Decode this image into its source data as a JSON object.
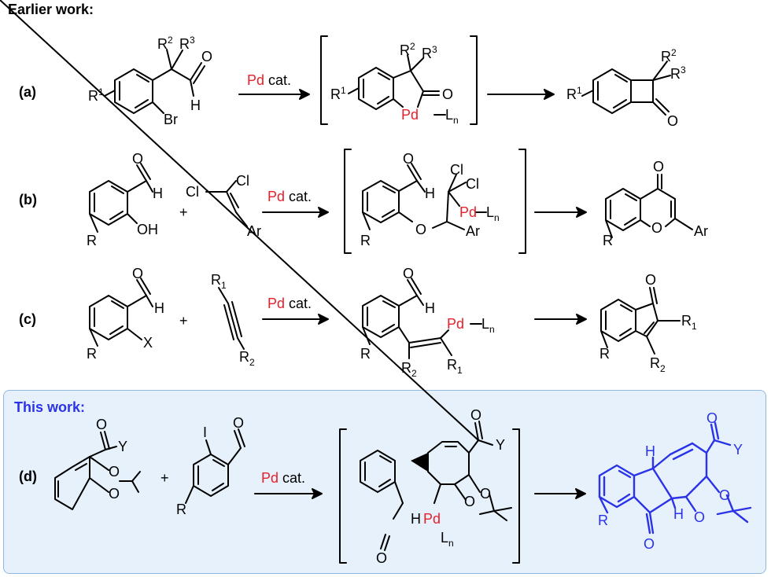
{
  "heading": "Earlier work:",
  "this_work": "This work:",
  "colors": {
    "pd_red": "#e8202a",
    "product_blue": "#2b33e8",
    "panel_bg": "#e6f1fb",
    "panel_border": "#8fb9e0"
  },
  "reactions": {
    "a": {
      "label": "(a)",
      "catalyst_pd": "Pd",
      "catalyst_cat": "cat."
    },
    "b": {
      "label": "(b)",
      "catalyst_pd": "Pd",
      "catalyst_cat": "cat."
    },
    "c": {
      "label": "(c)",
      "catalyst_pd": "Pd",
      "catalyst_cat": "cat."
    },
    "d": {
      "label": "(d)",
      "catalyst_pd": "Pd",
      "catalyst_cat": "cat."
    }
  },
  "atoms": {
    "R": "R",
    "R1": "R",
    "R2": "R",
    "R3": "R",
    "O": "O",
    "H": "H",
    "Br": "Br",
    "OH": "OH",
    "Cl": "Cl",
    "Ar": "Ar",
    "X": "X",
    "I": "I",
    "Y": "Y",
    "Pd": "Pd",
    "L": "L",
    "plus": "+",
    "sup1": "1",
    "sup2": "2",
    "sup3": "3",
    "n": "n",
    "dash": "–"
  }
}
